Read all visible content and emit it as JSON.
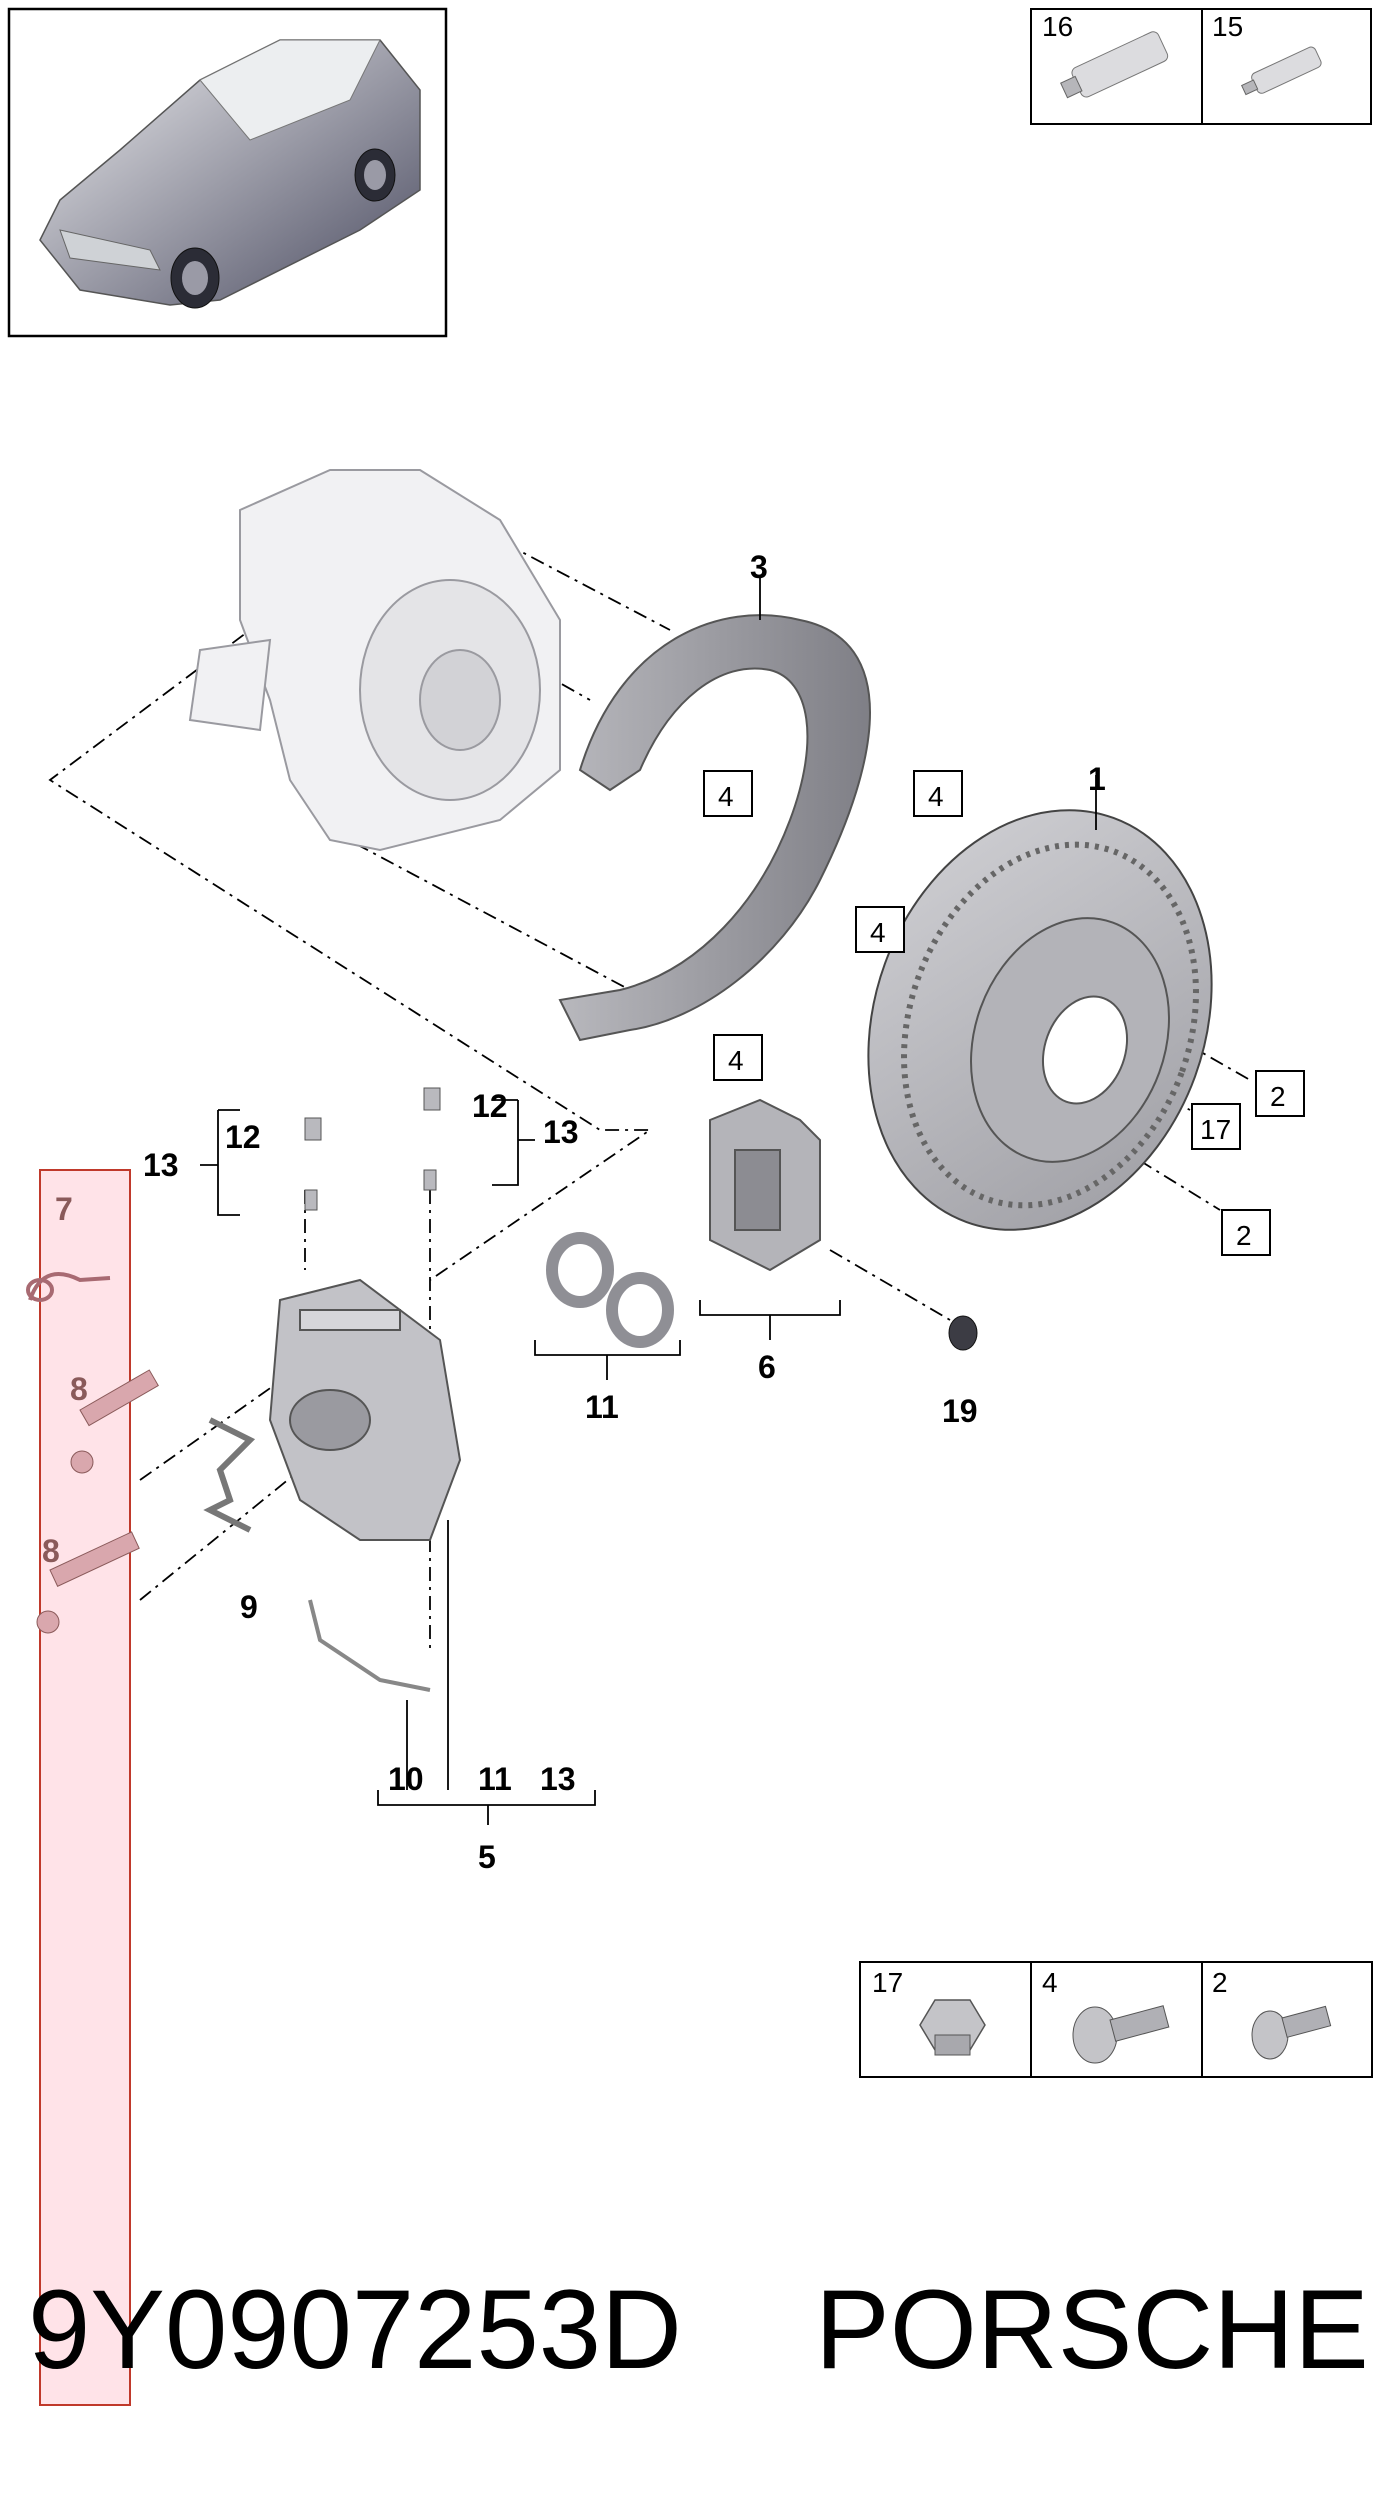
{
  "part_number": "9Y0907253D",
  "brand": "PORSCHE",
  "hardware_box_top": {
    "items": [
      {
        "num": "16",
        "icon": "grease-tube-icon"
      },
      {
        "num": "15",
        "icon": "grease-tube-small-icon"
      }
    ]
  },
  "hardware_box_bottom": {
    "items": [
      {
        "num": "17",
        "icon": "hex-bolt-icon"
      },
      {
        "num": "4",
        "icon": "flange-bolt-icon"
      },
      {
        "num": "2",
        "icon": "countersunk-screw-icon"
      }
    ]
  },
  "callouts": {
    "disc": "1",
    "shield": "3",
    "shield_bolt_a": "4",
    "shield_bolt_b": "4",
    "shield_bolt_c": "4",
    "shield_bolt_d": "4",
    "disc_screw_a": "2",
    "disc_screw_b": "2",
    "disc_bolt": "17",
    "pads": "6",
    "pad_sensor": "19",
    "seal_kit": "11",
    "caliper_assembly": "5",
    "caliper_sub_a": "10",
    "caliper_sub_b": "11",
    "caliper_sub_c": "13",
    "bleeder_left_cap": "12",
    "bleeder_left_group": "13",
    "bleeder_right_cap": "12",
    "bleeder_right_group": "13",
    "wear_sensor": "7",
    "pin_upper": "8",
    "pin_lower": "8",
    "spring": "9"
  },
  "colors": {
    "part_fill": "#c9c9cc",
    "part_dark": "#8e8e93",
    "part_light": "#e6e6e8",
    "highlight_fill": "#ffe3e8",
    "highlight_stroke": "#c0392b",
    "highlight_part": "#d9a7ad"
  }
}
